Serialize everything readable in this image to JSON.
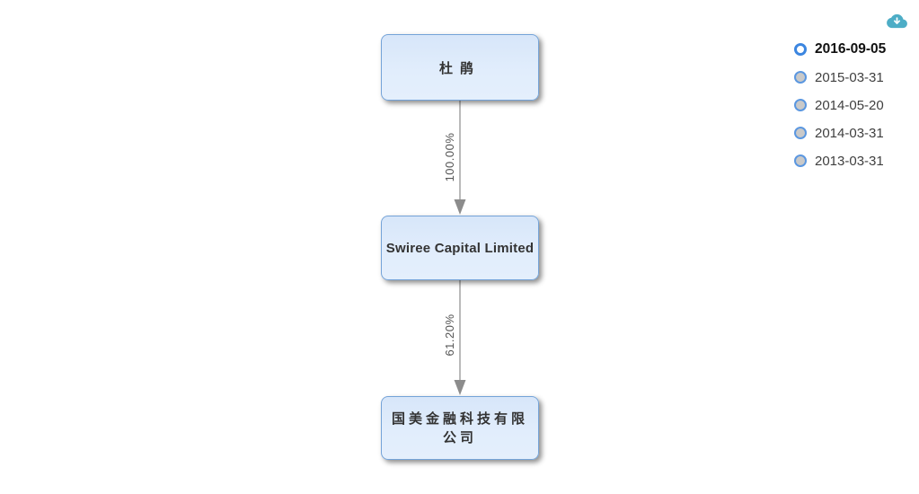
{
  "chart": {
    "type": "ownership-tree",
    "nodes": [
      {
        "label": "杜鹃"
      },
      {
        "label": "Swiree Capital Limited"
      },
      {
        "label": "国美金融科技有限公司"
      }
    ],
    "edges": [
      {
        "from": "杜鹃",
        "to": "Swiree Capital Limited",
        "label": "100.00%"
      },
      {
        "from": "Swiree Capital Limited",
        "to": "国美金融科技有限公司",
        "label": "61.20%"
      }
    ]
  },
  "timeline": {
    "selected_date": "2016-09-05",
    "dates": [
      "2016-09-05",
      "2015-03-31",
      "2014-05-20",
      "2014-03-31",
      "2013-03-31"
    ]
  },
  "toolbar": {
    "download_icon": "cloud-download-icon"
  },
  "colors": {
    "node_fill": "#e0ecfb",
    "node_border": "#74a3d8",
    "node_text": "#333333",
    "edge": "#8c8c8c",
    "edge_label_text": "#555555",
    "radio_ring_selected": "#3c86e0",
    "radio_ring": "#5b97e0",
    "radio_fill_unselected": "#c9c9c9",
    "date_text": "#3f3f3f",
    "selected_date_text": "#111111",
    "download_icon": "#4dadc6"
  }
}
